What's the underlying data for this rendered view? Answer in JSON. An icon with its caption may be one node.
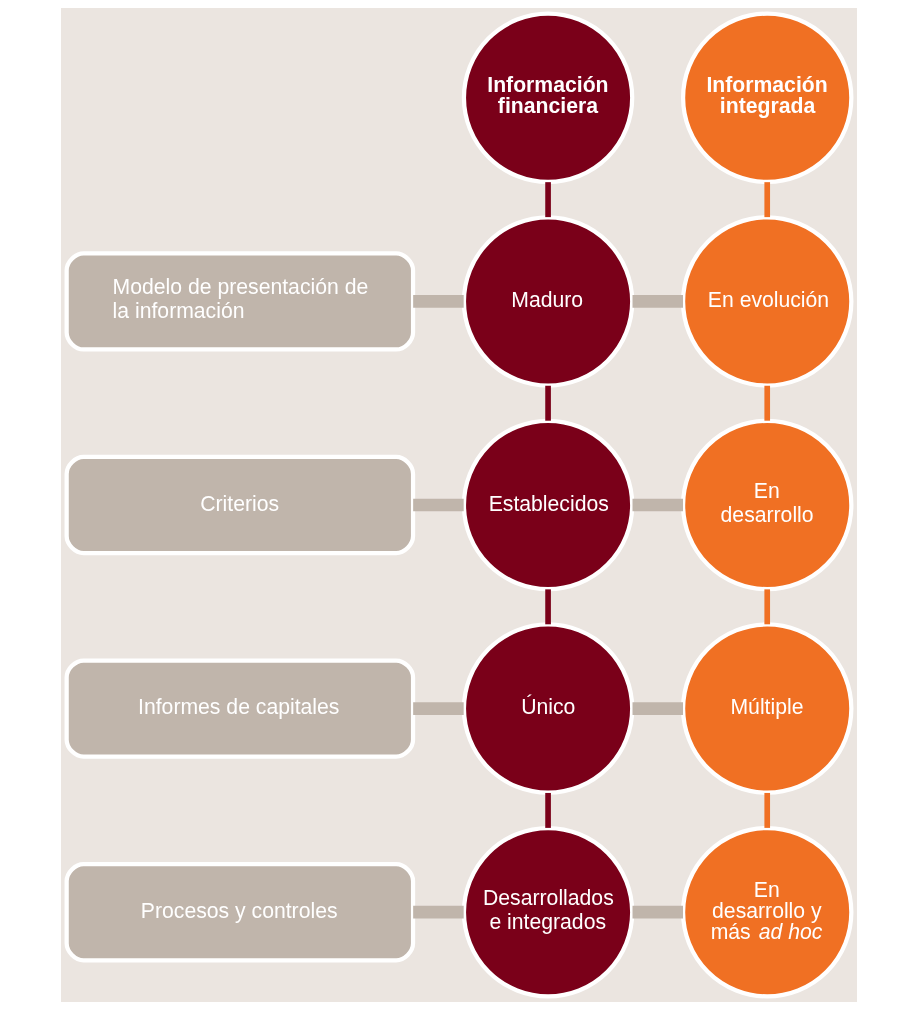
{
  "diagram": {
    "nodes": [
      {
        "text": [
          "Información financiera"
        ]
      },
      {
        "text": [
          "Información integrada"
        ]
      },
      {
        "text": [
          "Modelo de presentación de la información"
        ]
      },
      {
        "text": [
          "Maduro"
        ]
      },
      {
        "text": [
          "En evolución"
        ]
      },
      {
        "text": [
          "Criterios"
        ]
      },
      {
        "text": [
          "Establecidos"
        ]
      },
      {
        "text": [
          "En desarrollo"
        ]
      },
      {
        "text": [
          "Informes de capitales"
        ]
      },
      {
        "text": [
          "Único"
        ]
      },
      {
        "text": [
          "Múltiple"
        ]
      },
      {
        "text": [
          "Procesos y controles"
        ]
      },
      {
        "text": [
          "Desarrollados e integrados"
        ]
      },
      {
        "text": [
          "En desarrollo y más *ad hoc*"
        ]
      }
    ],
    "edges": [
      {
        "from": 0,
        "to": 3,
        "arrow": "none",
        "color": "#7a0019"
      },
      {
        "from": 1,
        "to": 4,
        "arrow": "none",
        "color": "#f07023"
      },
      {
        "from": 2,
        "to": 3,
        "arrow": "none",
        "style": "thick"
      },
      {
        "from": 3,
        "to": 4,
        "arrow": "none",
        "style": "thick"
      },
      {
        "from": 3,
        "to": 6,
        "arrow": "none",
        "color": "#7a0019"
      },
      {
        "from": 4,
        "to": 7,
        "arrow": "none",
        "color": "#f07023"
      },
      {
        "from": 5,
        "to": 6,
        "arrow": "none",
        "style": "thick"
      },
      {
        "from": 6,
        "to": 7,
        "arrow": "none",
        "style": "thick"
      },
      {
        "from": 6,
        "to": 9,
        "arrow": "none",
        "color": "#7a0019"
      },
      {
        "from": 7,
        "to": 10,
        "arrow": "none",
        "color": "#f07023"
      },
      {
        "from": 8,
        "to": 9,
        "arrow": "none",
        "style": "thick"
      },
      {
        "from": 9,
        "to": 10,
        "arrow": "none",
        "style": "thick"
      },
      {
        "from": 9,
        "to": 12,
        "arrow": "none",
        "color": "#7a0019"
      },
      {
        "from": 10,
        "to": 13,
        "arrow": "none",
        "color": "#f07023"
      },
      {
        "from": 11,
        "to": 12,
        "arrow": "none",
        "style": "thick"
      },
      {
        "from": 12,
        "to": 13,
        "arrow": "none",
        "style": "thick"
      }
    ]
  }
}
